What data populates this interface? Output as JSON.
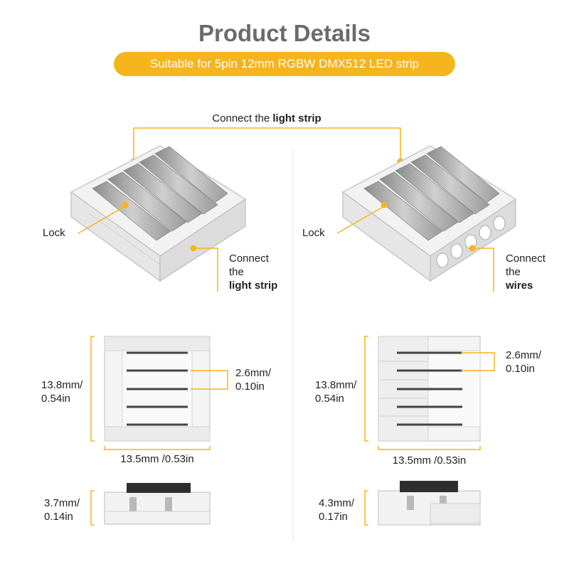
{
  "header": {
    "title": "Product Details",
    "subtitle": "Suitable for 5pin 12mm RGBW DMX512 LED strip"
  },
  "top": {
    "connect_prefix": "Connect the ",
    "connect_bold": "light strip"
  },
  "left": {
    "lock_label": "Lock",
    "connect_line1": "Connect",
    "connect_line2": "the",
    "connect_bold": "light strip",
    "height": "13.8mm/",
    "height_in": "0.54in",
    "pitch": "2.6mm/",
    "pitch_in": "0.10in",
    "width": "13.5mm /0.53in",
    "thickness": "3.7mm/",
    "thickness_in": "0.14in"
  },
  "right": {
    "lock_label": "Lock",
    "connect_line1": "Connect",
    "connect_line2": "the",
    "connect_bold": "wires",
    "height": "13.8mm/",
    "height_in": "0.54in",
    "pitch": "2.6mm/",
    "pitch_in": "0.10in",
    "width": "13.5mm /0.53in",
    "thickness": "4.3mm/",
    "thickness_in": "0.17in"
  },
  "colors": {
    "accent": "#f6b41d",
    "title": "#6b6b6b"
  },
  "icons": [
    "strip-connector-illustration",
    "wire-connector-illustration"
  ]
}
